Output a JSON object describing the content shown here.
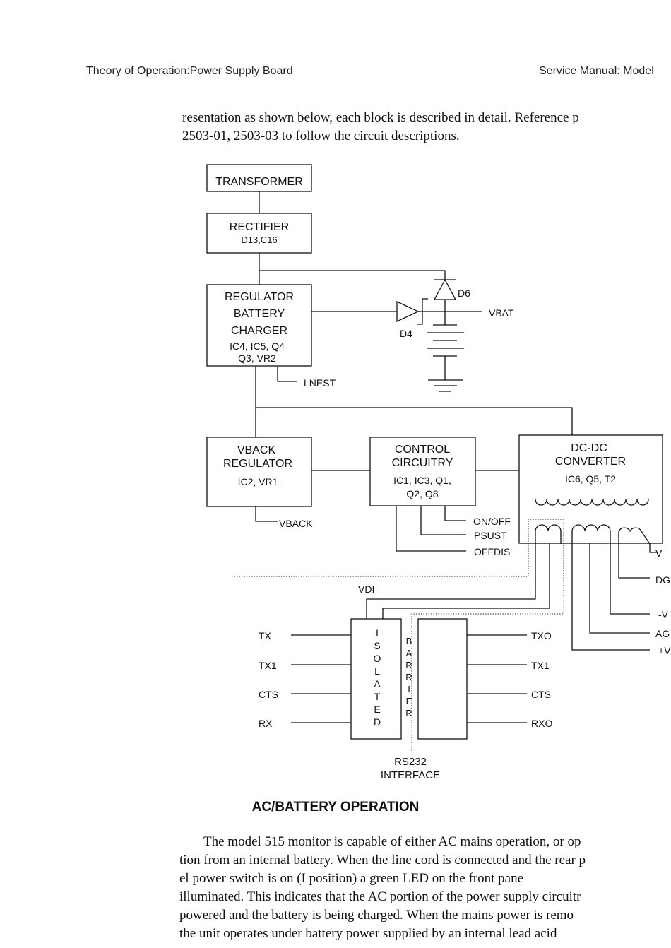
{
  "header": {
    "left": "Theory of Operation:Power Supply Board",
    "right": "Service Manual: Model"
  },
  "intro": [
    "resentation as shown below, each block is described in detail. Reference p",
    "2503-01, 2503-03 to follow the circuit descriptions."
  ],
  "diagram": {
    "transformer": "TRANSFORMER",
    "rectifier": {
      "title": "RECTIFIER",
      "parts": "D13,C16"
    },
    "regulator": {
      "line1": "REGULATOR",
      "line2": "BATTERY",
      "line3": "CHARGER",
      "parts1": "IC4, IC5, Q4",
      "parts2": "Q3, VR2"
    },
    "d6": "D6",
    "d4": "D4",
    "vbat": "VBAT",
    "lnest": "LNEST",
    "vback_regulator": {
      "line1": "VBACK",
      "line2": "REGULATOR",
      "parts": "IC2, VR1"
    },
    "control": {
      "line1": "CONTROL",
      "line2": "CIRCUITRY",
      "parts1": "IC1, IC3, Q1,",
      "parts2": "Q2, Q8"
    },
    "dcdc": {
      "line1": "DC-DC",
      "line2": "CONVERTER",
      "parts": "IC6, Q5, T2"
    },
    "vback": "VBACK",
    "onoff": "ON/OFF",
    "psust": "PSUST",
    "offdis": "OFFDIS",
    "vdi": "VDI",
    "isolated": [
      "I",
      "S",
      "O",
      "L",
      "A",
      "T",
      "E",
      "D"
    ],
    "barrier": [
      "B",
      "A",
      "R",
      "R",
      "I",
      "E",
      "R"
    ],
    "left_signals": [
      "TX",
      "TX1",
      "CTS",
      "RX"
    ],
    "right_signals": [
      "TXO",
      "TX1",
      "CTS",
      "RXO"
    ],
    "outputs": [
      "V",
      "DG",
      "-V",
      "AG",
      "+V"
    ],
    "rs232_line1": "RS232",
    "rs232_line2": "INTERFACE"
  },
  "section_heading": "AC/BATTERY OPERATION",
  "body": [
    "The model 515 monitor is capable of either AC mains operation, or op",
    "tion from an internal battery. When the line cord is connected and the rear p",
    "el power switch is on (I position) a green LED on the front pane",
    "illuminated. This indicates that the AC portion of the power supply circuitr",
    "powered and the battery is being charged. When the mains power is remo",
    "the unit operates under battery power supplied by an internal lead acid"
  ]
}
